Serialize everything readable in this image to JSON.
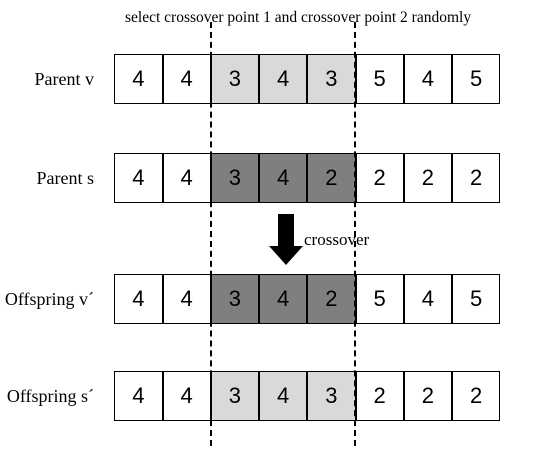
{
  "diagram": {
    "heading": "select crossover point 1 and crossover point 2 randomly",
    "crossover_label": "crossover",
    "colors": {
      "plain": "#ffffff",
      "light_segment": "#d9d9d9",
      "dark_segment": "#7f7f7f",
      "line": "#000000"
    },
    "rows": [
      {
        "label": "Parent v",
        "cells": [
          {
            "value": "4",
            "shade": "plain"
          },
          {
            "value": "4",
            "shade": "plain"
          },
          {
            "value": "3",
            "shade": "light"
          },
          {
            "value": "4",
            "shade": "light"
          },
          {
            "value": "3",
            "shade": "light"
          },
          {
            "value": "5",
            "shade": "plain"
          },
          {
            "value": "4",
            "shade": "plain"
          },
          {
            "value": "5",
            "shade": "plain"
          }
        ]
      },
      {
        "label": "Parent s",
        "cells": [
          {
            "value": "4",
            "shade": "plain"
          },
          {
            "value": "4",
            "shade": "plain"
          },
          {
            "value": "3",
            "shade": "dark"
          },
          {
            "value": "4",
            "shade": "dark"
          },
          {
            "value": "2",
            "shade": "dark"
          },
          {
            "value": "2",
            "shade": "plain"
          },
          {
            "value": "2",
            "shade": "plain"
          },
          {
            "value": "2",
            "shade": "plain"
          }
        ]
      },
      {
        "label": "Offspring v´",
        "cells": [
          {
            "value": "4",
            "shade": "plain"
          },
          {
            "value": "4",
            "shade": "plain"
          },
          {
            "value": "3",
            "shade": "dark"
          },
          {
            "value": "4",
            "shade": "dark"
          },
          {
            "value": "2",
            "shade": "dark"
          },
          {
            "value": "5",
            "shade": "plain"
          },
          {
            "value": "4",
            "shade": "plain"
          },
          {
            "value": "5",
            "shade": "plain"
          }
        ]
      },
      {
        "label": "Offspring s´",
        "cells": [
          {
            "value": "4",
            "shade": "plain"
          },
          {
            "value": "4",
            "shade": "plain"
          },
          {
            "value": "3",
            "shade": "light"
          },
          {
            "value": "4",
            "shade": "light"
          },
          {
            "value": "3",
            "shade": "light"
          },
          {
            "value": "2",
            "shade": "plain"
          },
          {
            "value": "2",
            "shade": "plain"
          },
          {
            "value": "2",
            "shade": "plain"
          }
        ]
      }
    ]
  }
}
